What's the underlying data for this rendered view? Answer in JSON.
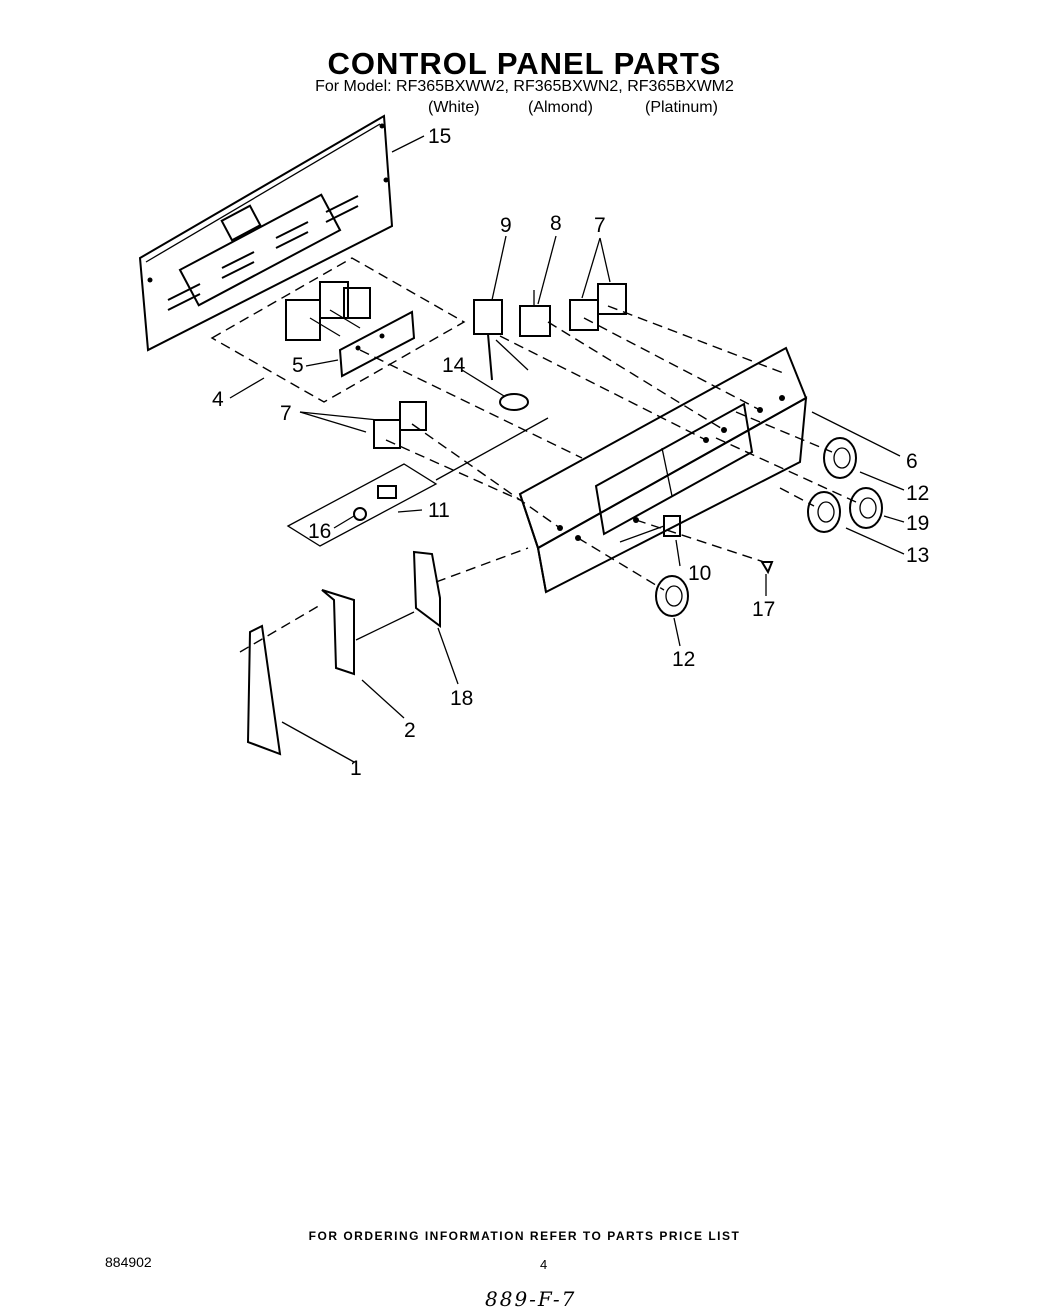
{
  "header": {
    "title": "CONTROL PANEL PARTS",
    "models": "For Model: RF365BXWW2, RF365BXWN2, RF365BXWM2",
    "colors": [
      "(White)",
      "(Almond)",
      "(Platinum)"
    ]
  },
  "callouts": {
    "c1": "1",
    "c2": "2",
    "c4": "4",
    "c5": "5",
    "c6": "6",
    "c7a": "7",
    "c7b": "7",
    "c8": "8",
    "c9": "9",
    "c10": "10",
    "c11": "11",
    "c12a": "12",
    "c12b": "12",
    "c13": "13",
    "c14": "14",
    "c15": "15",
    "c16": "16",
    "c17": "17",
    "c18": "18",
    "c19": "19"
  },
  "footer": {
    "ordering": "FOR ORDERING INFORMATION REFER TO PARTS PRICE LIST",
    "doc_number": "884902",
    "page": "4",
    "handwritten": "889-F-7"
  }
}
